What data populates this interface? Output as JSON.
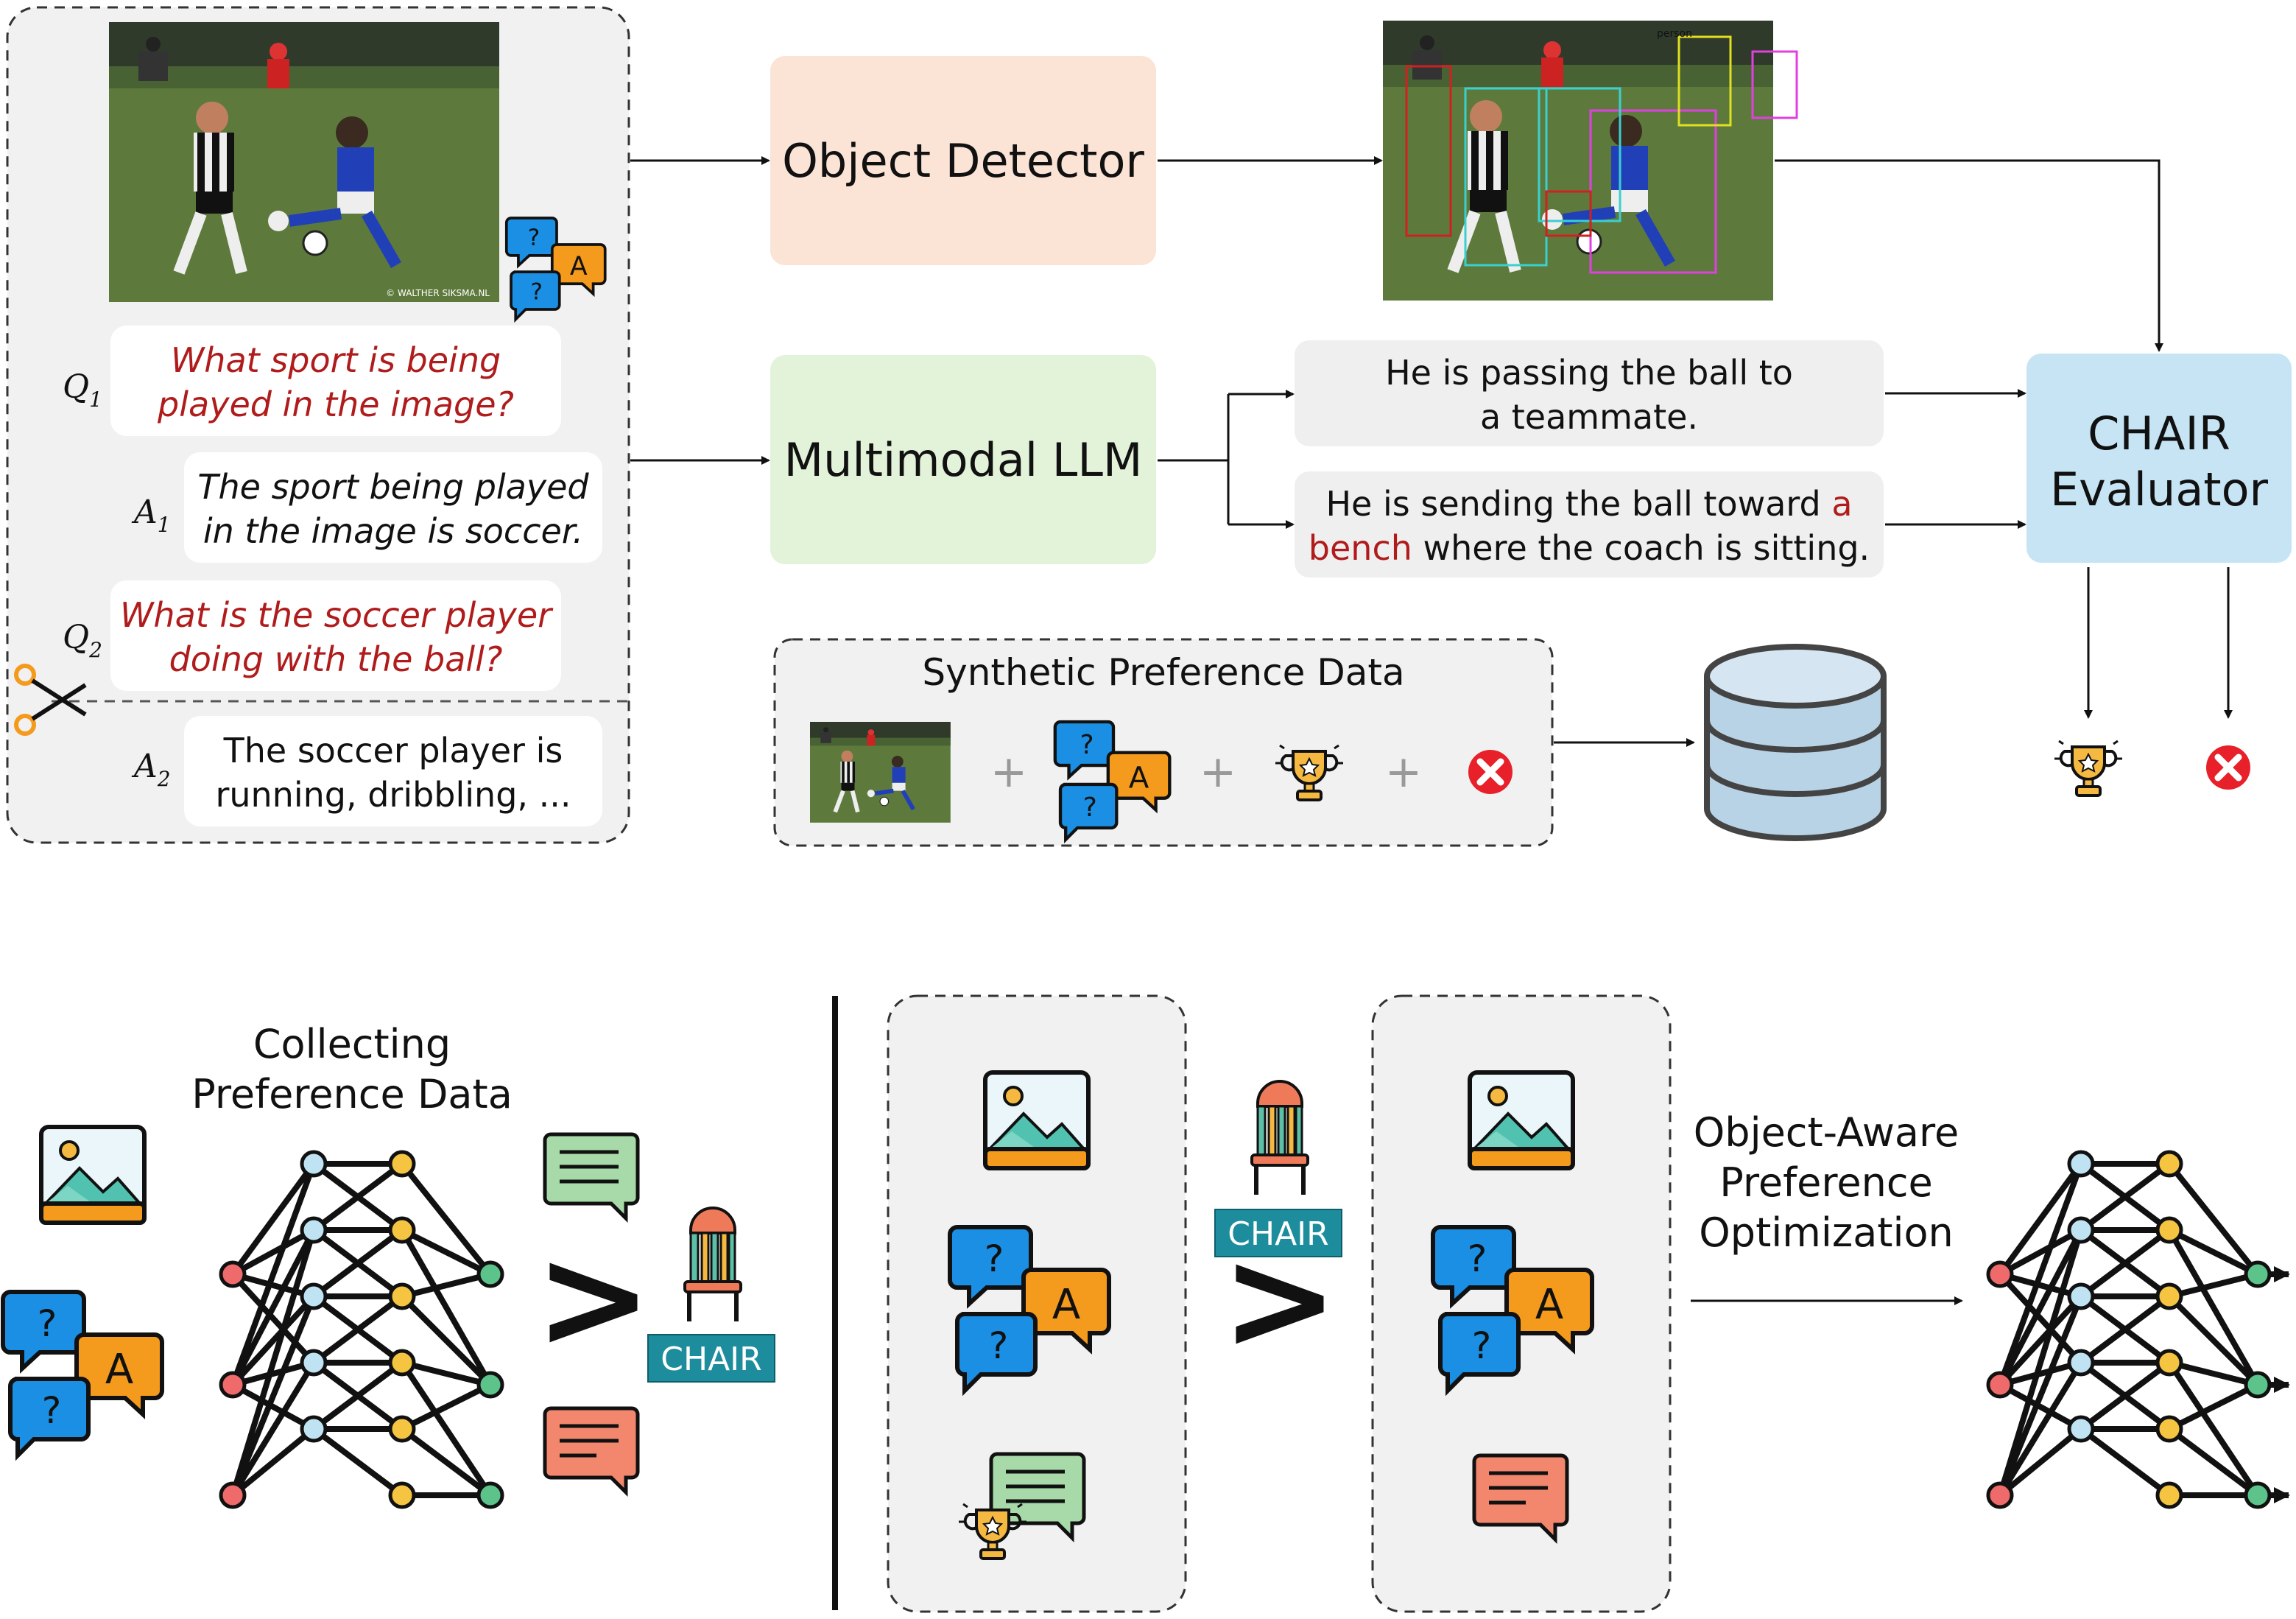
{
  "left_panel": {
    "q1_label": "Q",
    "q1_sub": "1",
    "q1_line1": "What sport is being",
    "q1_line2": "played in the image?",
    "a1_label": "A",
    "a1_sub": "1",
    "a1_line1": "The sport being played",
    "a1_line2": "in the image is soccer.",
    "q2_label": "Q",
    "q2_sub": "2",
    "q2_line1": "What is the soccer player",
    "q2_line2": "doing with the ball?",
    "a2_label": "A",
    "a2_sub": "2",
    "a2_line1": "The soccer player is",
    "a2_line2": "running, dribbling, ...",
    "watermark": "© WALTHER SIKSMA.NL",
    "detection_label": "person"
  },
  "pipeline": {
    "object_detector": "Object Detector",
    "multimodal_llm": "Multimodal LLM",
    "chair_line1": "CHAIR",
    "chair_line2": "Evaluator",
    "response1_line1": "He is passing the ball to",
    "response1_line2": "a teammate.",
    "response2_part1": "He is sending the ball toward ",
    "response2_red1": "a",
    "response2_red2": "bench",
    "response2_part2": " where the coach is sitting.",
    "synthetic_title": "Synthetic Preference Data",
    "plus": "+"
  },
  "bottom": {
    "collecting_line1": "Collecting",
    "collecting_line2": "Preference Data",
    "greater": ">",
    "chair_tag": "CHAIR",
    "oapo_line1": "Object-Aware",
    "oapo_line2": "Preference",
    "oapo_line3": "Optimization"
  },
  "colors": {
    "detector_fill": "#fbe3d6",
    "llm_fill": "#e2f3da",
    "chair_fill": "#c6e4f3",
    "panel_fill": "#f1f1f1",
    "question_red": "#b01c1c",
    "chair_teal": "#1d8c9c"
  }
}
